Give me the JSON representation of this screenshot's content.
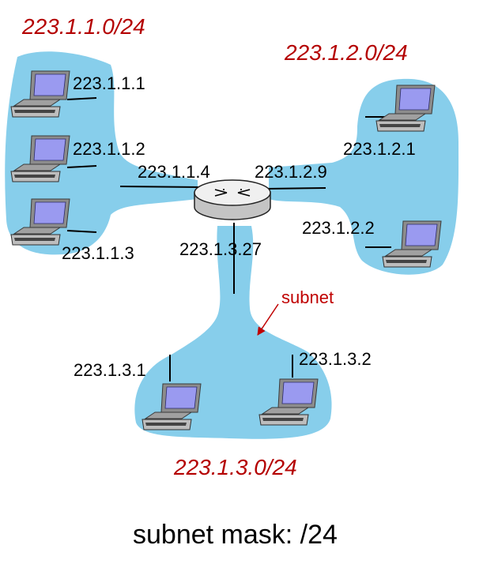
{
  "colors": {
    "cloud": "#87ceeb",
    "subnet_title": "#b40000",
    "annotation": "#c00000",
    "wire": "#000000"
  },
  "subnets": {
    "s1": {
      "title": "223.1.1.0/24"
    },
    "s2": {
      "title": "223.1.2.0/24"
    },
    "s3": {
      "title": "223.1.3.0/24"
    }
  },
  "hosts": {
    "h111": {
      "ip": "223.1.1.1",
      "icon": "computer-icon"
    },
    "h112": {
      "ip": "223.1.1.2",
      "icon": "computer-icon"
    },
    "h113": {
      "ip": "223.1.1.3",
      "icon": "computer-icon"
    },
    "h121": {
      "ip": "223.1.2.1",
      "icon": "computer-icon"
    },
    "h122": {
      "ip": "223.1.2.2",
      "icon": "computer-icon"
    },
    "h131": {
      "ip": "223.1.3.1",
      "icon": "computer-icon"
    },
    "h132": {
      "ip": "223.1.3.2",
      "icon": "computer-icon"
    }
  },
  "router": {
    "icon": "router-icon",
    "interfaces": {
      "if1": "223.1.1.4",
      "if2": "223.1.2.9",
      "if3": "223.1.3.27"
    }
  },
  "annotation": {
    "text": "subnet"
  },
  "footer": {
    "text": "subnet mask: /24"
  }
}
